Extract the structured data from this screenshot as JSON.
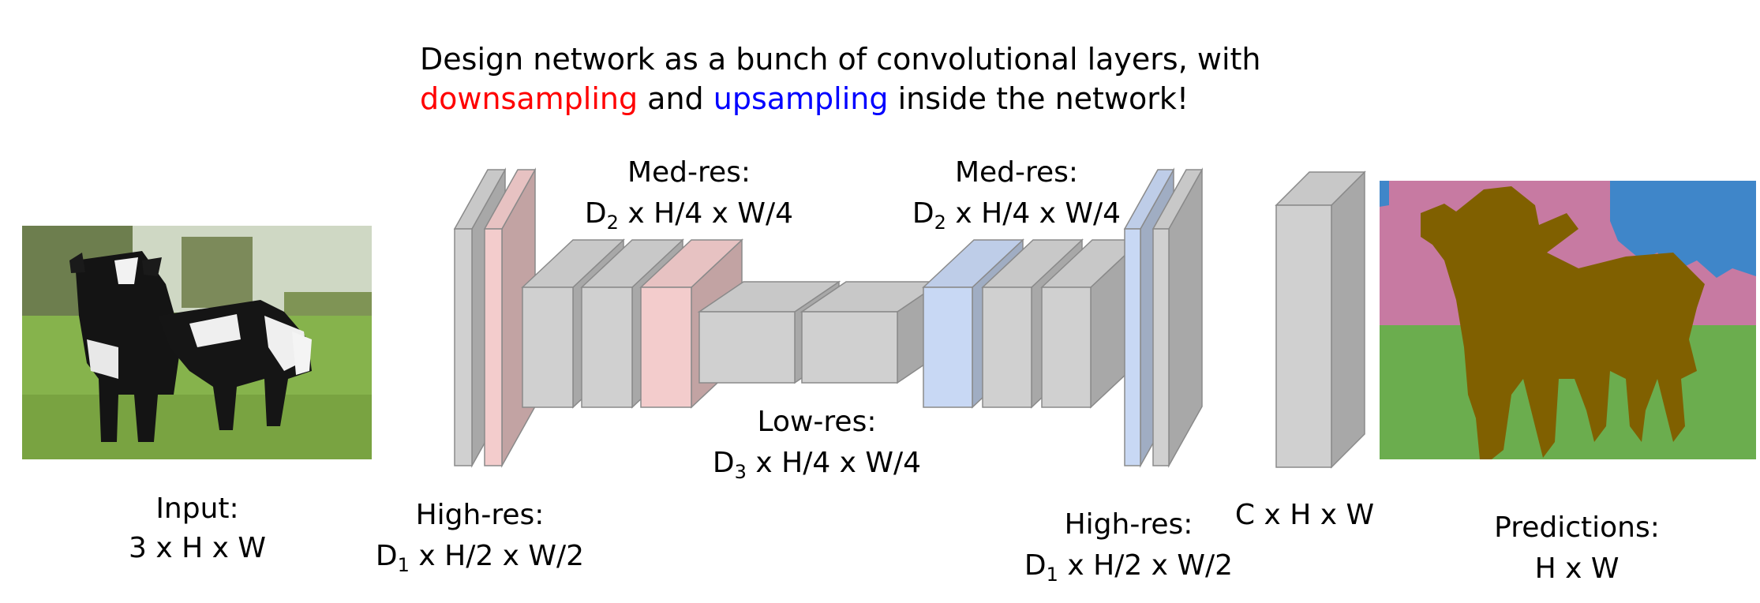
{
  "header": {
    "line1": "Design network as a bunch of convolutional layers, with",
    "line2": {
      "down_word": "downsampling",
      "and_word": " and ",
      "up_word": "upsampling",
      "rest": " inside the network!"
    }
  },
  "colors": {
    "downsampling": "#ff0000",
    "upsampling": "#0000ff",
    "block_gray": "#d0d0d0",
    "block_pink": "#f3cccc",
    "block_blue": "#c8d8f4",
    "seg_pink": "#c77aa2",
    "seg_blue": "#3f86c9",
    "seg_green": "#6bad4e",
    "seg_brown": "#806000"
  },
  "labels": {
    "input": {
      "title": "Input:",
      "dims": "3 x H x W"
    },
    "high_res_left": {
      "title": "High-res:",
      "d": "D",
      "sub": "1",
      "rest": " x H/2 x W/2"
    },
    "med_res_left": {
      "title": "Med-res:",
      "d": "D",
      "sub": "2",
      "rest": " x H/4 x W/4"
    },
    "low_res": {
      "title": "Low-res:",
      "d": "D",
      "sub": "3",
      "rest": " x H/4 x W/4"
    },
    "med_res_right": {
      "title": "Med-res:",
      "d": "D",
      "sub": "2",
      "rest": " x H/4 x W/4"
    },
    "high_res_right": {
      "title": "High-res:",
      "d": "D",
      "sub": "1",
      "rest": " x H/2 x W/2"
    },
    "class_scores": {
      "dims": "C x H x W"
    },
    "predictions": {
      "title": "Predictions:",
      "dims": "H x W"
    }
  }
}
